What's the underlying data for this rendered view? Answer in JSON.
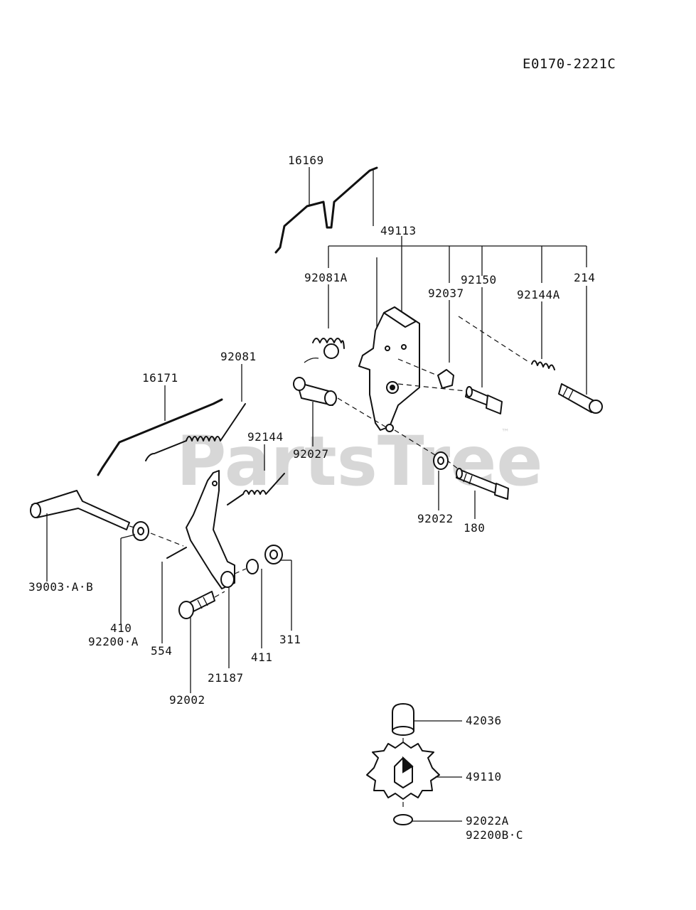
{
  "diagram": {
    "code": "E0170-2221C",
    "watermark": "PartsTree",
    "watermark_tm": "™",
    "labels": {
      "p16169": "16169",
      "p49113": "49113",
      "p92081A": "92081A",
      "p92150": "92150",
      "p92037": "92037",
      "p92144A": "92144A",
      "p214": "214",
      "p92081": "92081",
      "p16171": "16171",
      "p92144": "92144",
      "p92027": "92027",
      "p92022": "92022",
      "p180": "180",
      "p39003": "39003·A·B",
      "p410": "410",
      "p92200A": "92200·A",
      "p554": "554",
      "p411": "411",
      "p311": "311",
      "p21187": "21187",
      "p92002": "92002",
      "p42036": "42036",
      "p49110": "49110",
      "p92022A": "92022A",
      "p92200BC": "92200B·C"
    }
  }
}
